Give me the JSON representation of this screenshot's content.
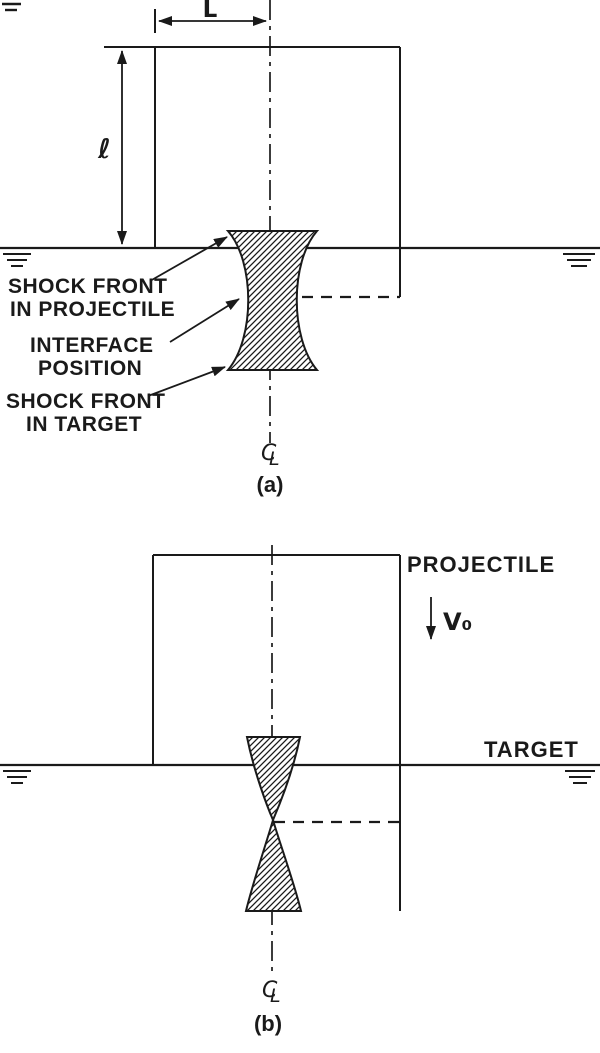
{
  "colors": {
    "ink": "#1a1a1a",
    "paper": "#ffffff"
  },
  "panel_a": {
    "length_dim": "L",
    "depth_dim": "ℓ",
    "shock_front_projectile": [
      "SHOCK FRONT",
      "IN PROJECTILE"
    ],
    "interface_position": [
      "INTERFACE",
      "POSITION"
    ],
    "shock_front_target": [
      "SHOCK FRONT",
      "IN TARGET"
    ],
    "centerline": {
      "c": "C",
      "l": "L"
    },
    "caption": "(a)"
  },
  "panel_b": {
    "projectile": "PROJECTILE",
    "velocity": "V₀",
    "target": "TARGET",
    "centerline": {
      "c": "C",
      "l": "L"
    },
    "caption": "(b)"
  }
}
